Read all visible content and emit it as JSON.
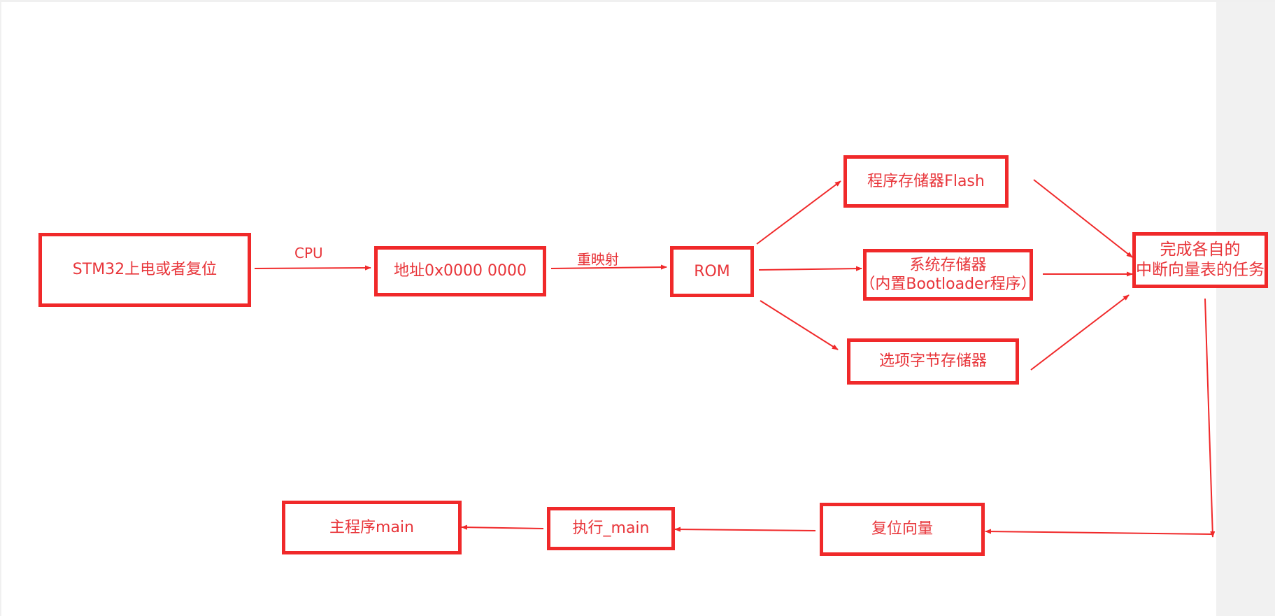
{
  "colors": {
    "stroke": "#f0292a",
    "text": "#e8353a",
    "background": "#ffffff"
  },
  "nodes": {
    "power_on": "STM32上电或者复位",
    "address": "地址0x0000 0000",
    "rom": "ROM",
    "flash": "程序存储器Flash",
    "sysmem_line1": "系统存储器",
    "sysmem_line2": "（内置Bootloader程序）",
    "option_bytes": "选项字节存储器",
    "vector_line1": "完成各自的",
    "vector_line2": "中断向量表的任务",
    "reset_vector": "复位向量",
    "exec_main": "执行_main",
    "main_program": "主程序main"
  },
  "edge_labels": {
    "cpu": "CPU",
    "remap": "重映射"
  }
}
